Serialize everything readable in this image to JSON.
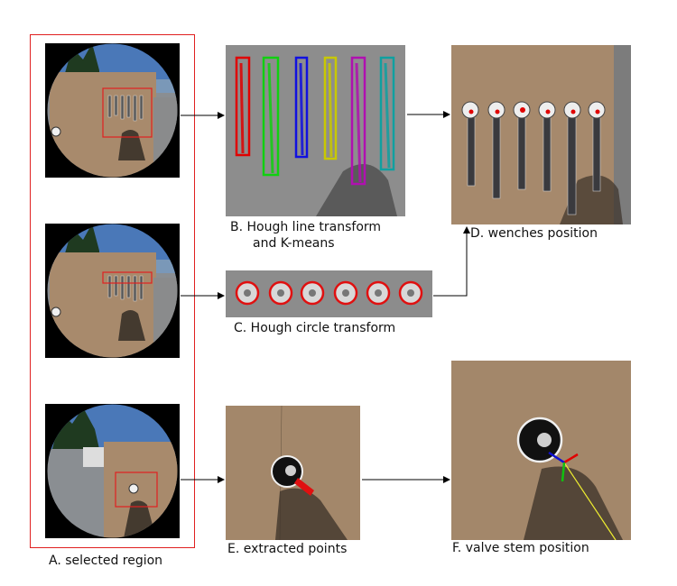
{
  "captions": {
    "a": "A. selected region",
    "b_line1": "B. Hough line transform",
    "b_line2": "and K-means",
    "c": "C. Hough circle transform",
    "d": "D. wenches position",
    "e": "E. extracted points",
    "f": "F. valve stem position"
  },
  "colors": {
    "selection_box": "#e02020",
    "arrow": "#000000",
    "board_wood": "#a88a6c",
    "cluster_red": "#e00000",
    "cluster_green": "#10d010",
    "cluster_blue": "#1010e0",
    "cluster_yellow": "#c8c800",
    "cluster_magenta": "#b010b0",
    "cluster_teal": "#10a0a0"
  }
}
